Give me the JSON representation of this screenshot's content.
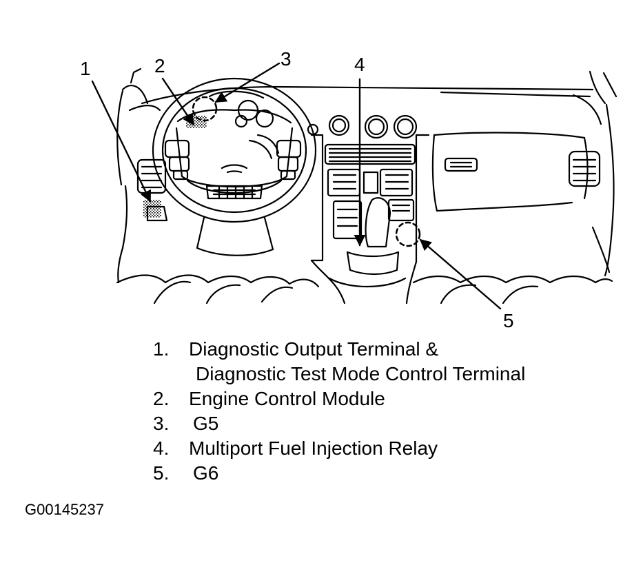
{
  "callouts": [
    {
      "number": "1"
    },
    {
      "number": "2"
    },
    {
      "number": "3"
    },
    {
      "number": "4"
    },
    {
      "number": "5"
    }
  ],
  "legend": [
    {
      "number": "1.",
      "text": "Diagnostic Output Terminal &",
      "continuation": "Diagnostic Test Mode Control Terminal"
    },
    {
      "number": "2.",
      "text": "Engine Control Module"
    },
    {
      "number": "3.",
      "text": "G5"
    },
    {
      "number": "4.",
      "text": "Multiport Fuel Injection Relay"
    },
    {
      "number": "5.",
      "text": "G6"
    }
  ],
  "figure_id": "G00145237",
  "colors": {
    "ink": "#000000",
    "paper": "#ffffff"
  }
}
